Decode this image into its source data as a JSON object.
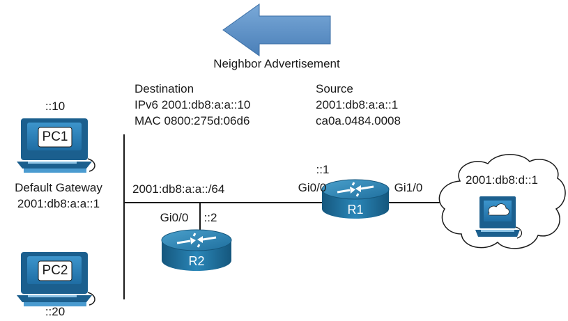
{
  "arrow": {
    "caption": "Neighbor Advertisement",
    "color": "#5b8fc7"
  },
  "ns_table": {
    "destination": {
      "heading": "Destination",
      "ipv6": "IPv6  2001:db8:a:a::10",
      "mac": "MAC  0800:275d:06d6"
    },
    "source": {
      "heading": "Source",
      "ipv6": "2001:db8:a:a::1",
      "mac": "ca0a.0484.0008"
    }
  },
  "pc1": {
    "name": "PC1",
    "address": "::10",
    "gateway_label": "Default Gateway",
    "gateway_address": "2001:db8:a:a::1"
  },
  "pc2": {
    "name": "PC2",
    "address": "::20"
  },
  "lan": {
    "prefix": "2001:db8:a:a::/64"
  },
  "r1": {
    "name": "R1",
    "interface_lan": "Gi0/0",
    "interface_lan_address": "::1",
    "interface_wan": "Gi1/0"
  },
  "r2": {
    "name": "R2",
    "interface": "Gi0/0",
    "interface_address": "::2"
  },
  "remote_network": {
    "address": "2001:db8:d::1"
  },
  "colors": {
    "router": "#1f6f9e",
    "router_top": "#3a8fbd",
    "pc_body": "#2a7fb5",
    "link": "#1a1a1a"
  }
}
